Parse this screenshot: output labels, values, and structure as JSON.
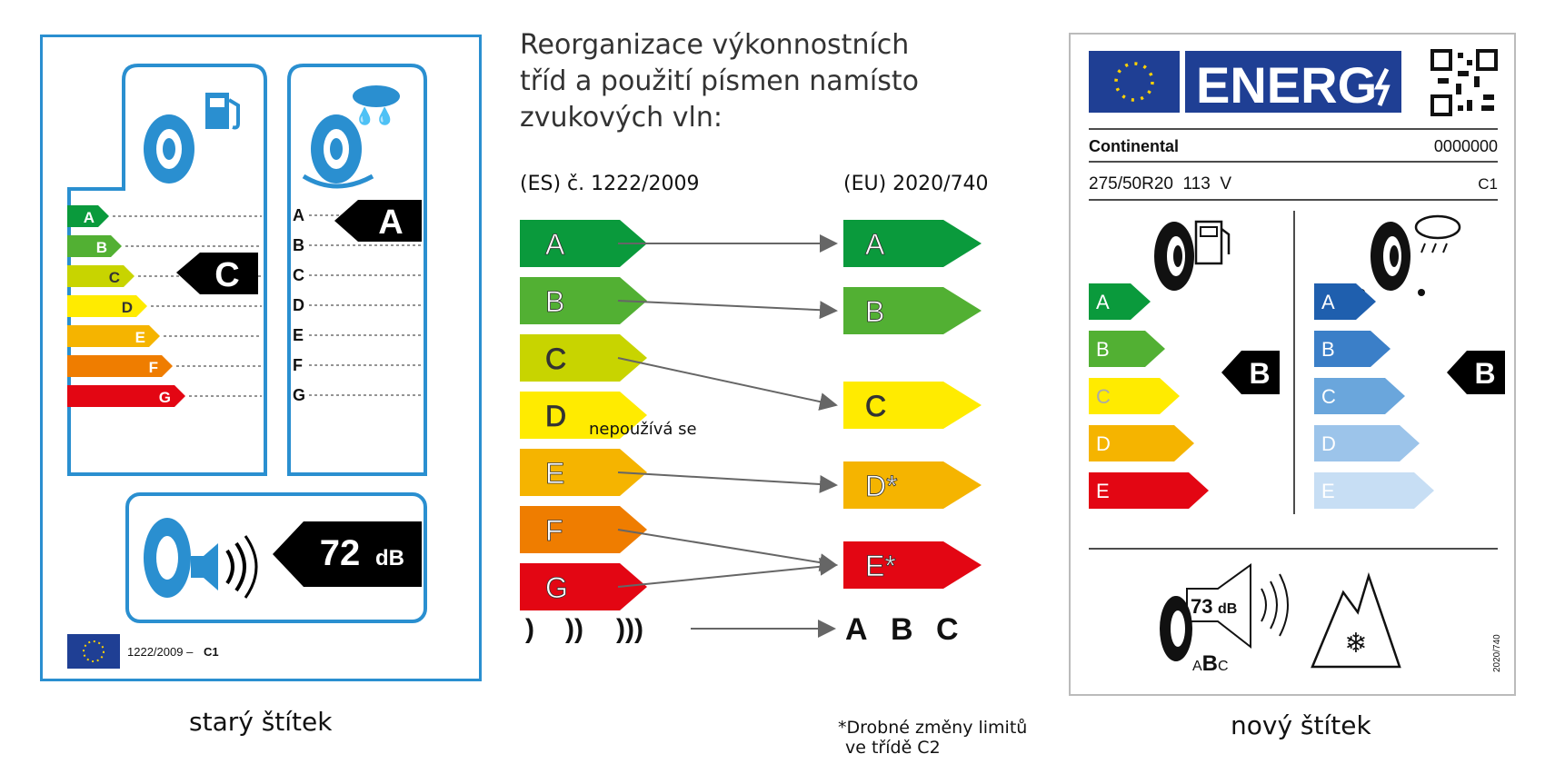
{
  "colors": {
    "a": "#0a9a3c",
    "b": "#52b033",
    "c": "#c8d400",
    "d": "#ffeb00",
    "e": "#f5b400",
    "f": "#ef7d00",
    "g": "#e30613",
    "frame": "#2a8fd0",
    "eu_blue": "#1f3f94",
    "eu_star": "#ffd200",
    "wet_a": "#1f5fae",
    "wet_b": "#3b7fc8",
    "wet_c": "#6aa6dc",
    "wet_d": "#9cc4ea",
    "wet_e": "#c7def4"
  },
  "old_label": {
    "fuel_classes": [
      "A",
      "B",
      "C",
      "D",
      "E",
      "F",
      "G"
    ],
    "fuel_rating": "C",
    "wet_classes": [
      "A",
      "B",
      "C",
      "D",
      "E",
      "F",
      "G"
    ],
    "wet_rating": "A",
    "noise_value": "72",
    "noise_unit": "dB",
    "regulation": "1222/2009 –",
    "class_code": "C1",
    "caption": "starý štítek"
  },
  "middle": {
    "title_lines": [
      "Reorganizace výkonnostních",
      "tříd a použití písmen namísto",
      "zvukových vln:"
    ],
    "left_heading": "(ES) č. 1222/2009",
    "right_heading": "(EU) 2020/740",
    "left_classes": [
      "A",
      "B",
      "C",
      "D",
      "E",
      "F",
      "G"
    ],
    "right_classes": [
      "A",
      "B",
      "C",
      "D*",
      "E*"
    ],
    "unused_note": "nepoužívá se",
    "sound_waves": [
      ")",
      "))",
      ")))"
    ],
    "sound_classes": [
      "A",
      "B",
      "C"
    ],
    "footnote_lines": [
      "*Drobné změny limitů",
      "ve třídě C2"
    ]
  },
  "new_label": {
    "energy_word": "ENERG",
    "brand": "Continental",
    "id_number": "0000000",
    "tyre_size": "275/50R20  113  V",
    "class_code": "C1",
    "fuel_classes": [
      "A",
      "B",
      "C",
      "D",
      "E"
    ],
    "fuel_rating": "B",
    "wet_classes": [
      "A",
      "B",
      "C",
      "D",
      "E"
    ],
    "wet_rating": "B",
    "noise_value": "73",
    "noise_unit": "dB",
    "noise_class_small_a": "A",
    "noise_class_big": "B",
    "noise_class_small_c": "C",
    "regulation": "2020/740",
    "caption": "nový štítek"
  }
}
